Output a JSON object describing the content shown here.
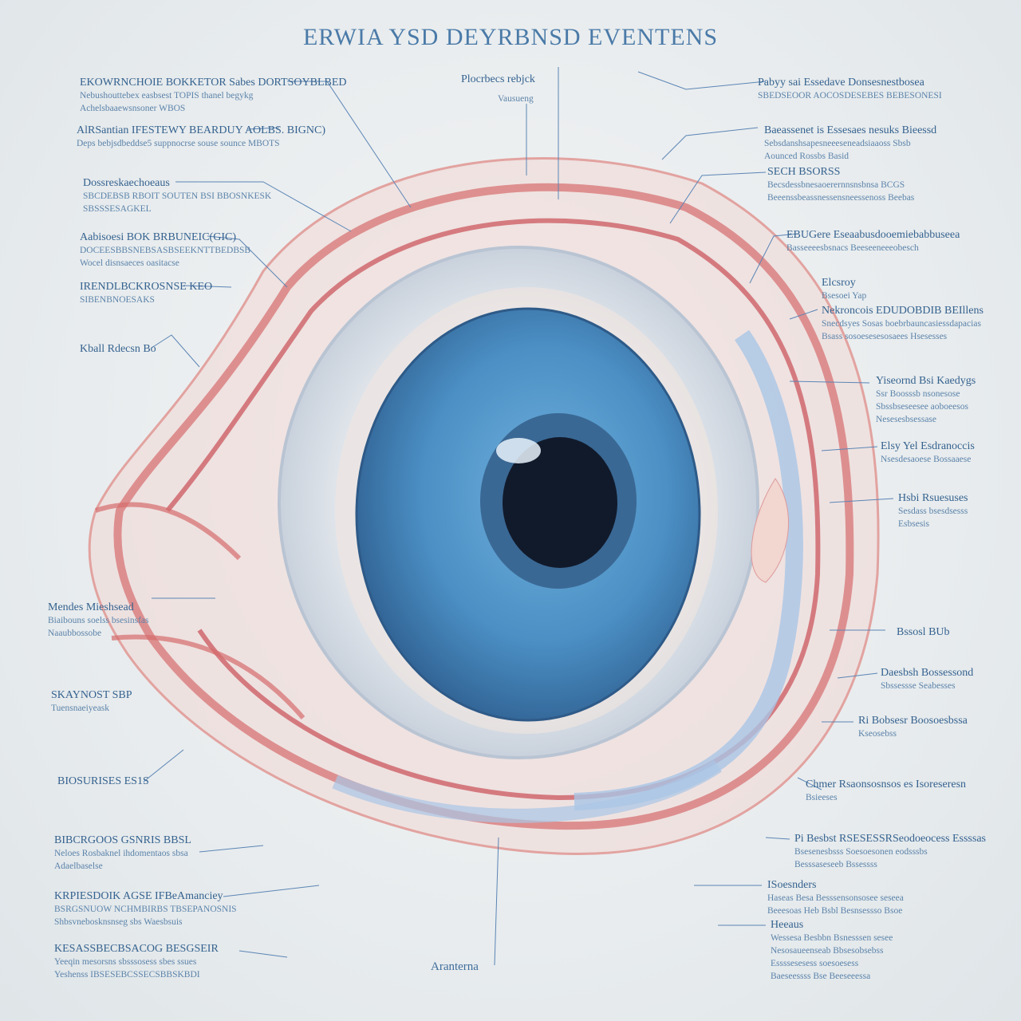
{
  "title": "ERWIA YSD DEYRBNSD EVENTENS",
  "top_label": [
    "Plocrbecs rebjck",
    "Vausueng"
  ],
  "bottom_label": "Aranterna",
  "left_labels": [
    [
      "EKOWRNCHOIE BOKKETOR Sabes DORTSOYBLBED",
      "Nebushouttebex easbsest TOPIS thanel begykg",
      "Achelsbaaewsnsoner WBOS"
    ],
    [
      "AlRSantian IFESTEWY BEARDUY AOLBS. BIGNC)",
      "Deps bebjsdbeddse5 suppnocrse souse sounce MBOTS"
    ],
    [
      "Dossreskaechoeaus",
      "SBCDEBSB RBOIT SOUTEN BSI BBOSNKESK",
      "SBSSSESAGKEL"
    ],
    [
      "Aabisoesi BOK BRBUNEIC(GIC)",
      "DOCEESBBSNEBSASBSEEKNTTBEDBSB",
      "Wocel disnsaeces oasitacse"
    ],
    [
      "IRENDLBCKROSNSE KEO",
      "SIBENBNOESAKS"
    ],
    [
      "Kball Rdecsn Bo"
    ],
    [
      "Mendes Mieshsead",
      "Biaibouns soelss bsesinsfas",
      "Naaubbossobe"
    ],
    [
      "SKAYNOST SBP",
      "Tuensnaeiyeask"
    ],
    [
      "BIOSURISES ES1S"
    ],
    [
      "BIBCRGOOS GSNRIS BBSL",
      "Neloes Rosbaknel ihdomentaos sbsa",
      "Adaelbaselse"
    ],
    [
      "KRPIESDOIK AGSE IFBeAmanciey",
      "BSRGSNUOW NCHMBIRBS TBSEPANOSNIS",
      "Shbsvnebosknsnseg sbs Waesbsuis"
    ],
    [
      "KESASSBECBSACOG BESGSEIR",
      "Yeeqin mesorsns sbsssosess sbes ssues",
      "Yeshenss IBSESEBCSSECSBBSKBDI"
    ]
  ],
  "right_labels": [
    [
      "Pabyy sai Essedave Donsesnestbosea",
      "SBEDSEOOR AOCOSDESEBES BEBESONESI"
    ],
    [
      "Baeassenet is Essesaes nesuks Bieessd",
      "Sebsdanshsapesneeeseneadsiaaoss Sbsb",
      "Aounced Rossbs Basid"
    ],
    [
      "SECH BSORSS",
      "Becsdessbnesaoerernnsnsbnsa BCGS",
      "Beeenssbeassnessensneessenoss Beebas"
    ],
    [
      "EBUGere Eseaabusdooemiebabbuseea",
      "Basseeeesbsnacs Beeseeneeeobesch"
    ],
    [
      "Elcsroy",
      "Bsesoei Yap"
    ],
    [
      "Nekroncois EDUDOBDIB BEIllens",
      "Snecdsyes Sosas boebrbauncasiessdapacias",
      "Bsass sosoesesesosaees Hsesesses"
    ],
    [
      "Yiseornd Bsi Kaedygs",
      "Ssr Boosssb nsonesose",
      "Sbssbseseesee aoboeesos",
      "Nesesesbsessase"
    ],
    [
      "Elsy Yel Esdranoccis",
      "Nsesdesaoese Bossaaese"
    ],
    [
      "Hsbi Rsuesuses",
      "Sesdass bsesdsesss",
      "Esbsesis"
    ],
    [
      "Bssosl BUb"
    ],
    [
      "Daesbsh Bossessond",
      "Sbssessse Seabesses"
    ],
    [
      "Ri Bobsesr Boosoesbssa",
      "Kseosebss"
    ],
    [
      "Chmer Rsaonsosnsos es Isoreseresn",
      "Bsieeses"
    ],
    [
      "Pi Besbst RSESESSRSeodoeocess Essssas",
      "Bsesenesbsss Soesoesonen eodsssbs",
      "Besssaseseeb Bssessss"
    ],
    [
      "ISoesnders",
      "Haseas Besa Besssensonsosee seseea",
      "Beeesoas Heb Bsbl Besnsessso Bsoe"
    ],
    [
      "Heeaus",
      "Wessesa Besbbn Bsnesssen sesee",
      "Nesosaueenseab Bbsesobsebss",
      "Essssesesess soesoesess",
      "Baeseessss Bse Beeseeessa"
    ]
  ],
  "colors": {
    "iris": "#4b8fc4",
    "pupil": "#111a2b",
    "tissue": "#d9787a",
    "label": "#3f6d9c"
  }
}
